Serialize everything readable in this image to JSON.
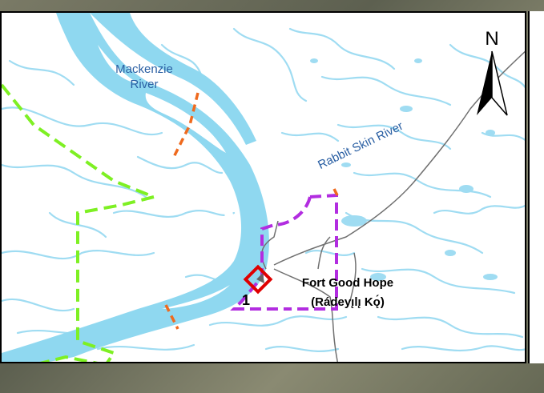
{
  "map": {
    "labels": {
      "mackenzie_line1": "Mackenzie",
      "mackenzie_line2": "River",
      "rabbit_skin": "Rabbit Skin River",
      "town_line1": "Fort Good Hope",
      "town_line2": "(Rádeyı̨lı̨ Kǫ́)",
      "site_number": "1",
      "north": "N"
    },
    "colors": {
      "water": "#9fdcf2",
      "river_main": "#8fd8f0",
      "boundary_green": "#7ef023",
      "boundary_purple": "#b22de0",
      "boundary_orange": "#ef6a1e",
      "road": "#707070",
      "site_box": "#e00000",
      "text_river": "#2a5fa3"
    },
    "icons": [
      "north-arrow-icon",
      "site-marker-icon"
    ]
  }
}
